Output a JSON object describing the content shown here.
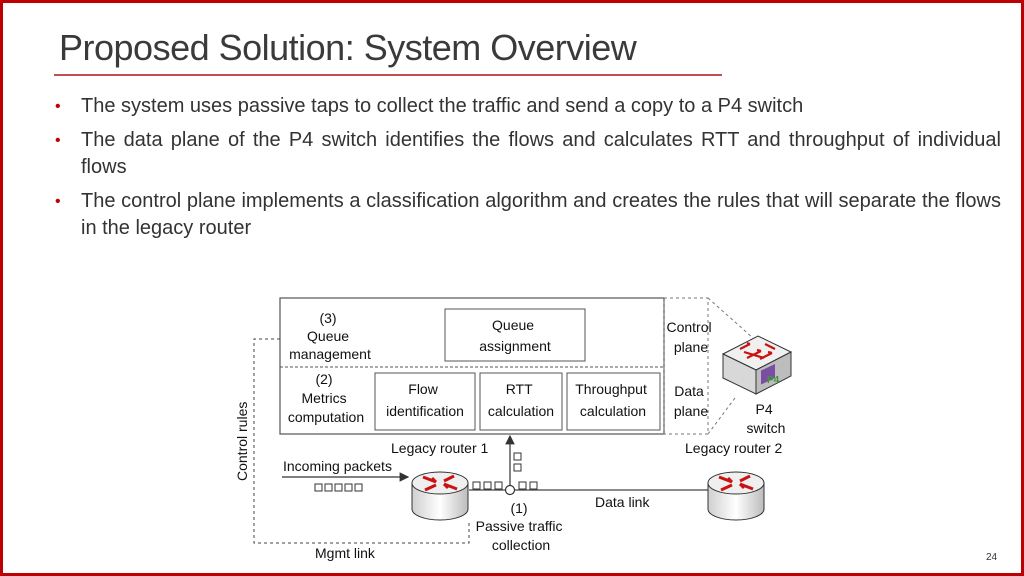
{
  "title": "Proposed Solution: System Overview",
  "bullets": [
    "The system uses passive taps to collect the traffic and send a copy to a P4 switch",
    "The data plane of the P4 switch identifies the flows and calculates RTT and throughput of individual flows",
    "The control plane implements a classification algorithm and creates the rules that will separate the flows in the legacy router"
  ],
  "bullet_symbol": "•",
  "diagram": {
    "queue_mgmt": [
      "(3)",
      "Queue",
      "management"
    ],
    "queue_assignment": [
      "Queue",
      "assignment"
    ],
    "metrics": [
      "(2)",
      "Metrics",
      "computation"
    ],
    "flow_id": [
      "Flow",
      "identification"
    ],
    "rtt": [
      "RTT",
      "calculation"
    ],
    "throughput": [
      "Throughput",
      "calculation"
    ],
    "control_plane": [
      "Control",
      "plane"
    ],
    "data_plane": [
      "Data",
      "plane"
    ],
    "p4_switch": [
      "P4",
      "switch"
    ],
    "p4_logo": "P4",
    "control_rules": "Control rules",
    "legacy_router_1": "Legacy router 1",
    "legacy_router_2": "Legacy router 2",
    "incoming_packets": "Incoming packets",
    "data_link": "Data link",
    "passive": [
      "(1)",
      "Passive traffic",
      "collection"
    ],
    "mgmt_link": "Mgmt link"
  },
  "colors": {
    "border": "#c00000",
    "rule": "#c0504d",
    "router_arrow": "#cc1111"
  },
  "page_number": "24"
}
